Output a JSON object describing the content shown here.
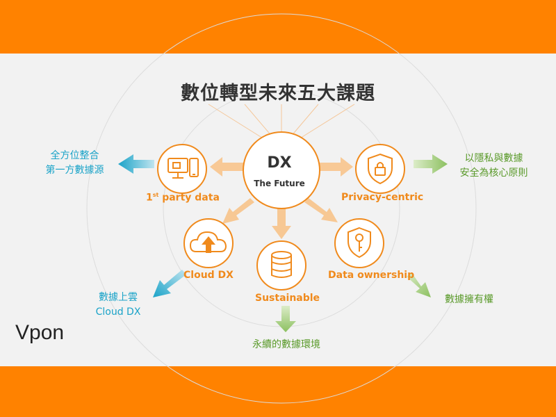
{
  "title": "數位轉型未來五大課題",
  "center": {
    "main": "DX",
    "sub": "The Future"
  },
  "nodes": {
    "first_party": {
      "label_prefix": "1",
      "label_sup": "st",
      "label_suffix": " party data",
      "icon": "monitor-phone-icon"
    },
    "privacy": {
      "label": "Privacy-centric",
      "icon": "shield-lock-icon"
    },
    "cloud": {
      "label": "Cloud DX",
      "icon": "cloud-upload-icon"
    },
    "sustainable": {
      "label": "Sustainable",
      "icon": "database-icon"
    },
    "ownership": {
      "label": "Data ownership",
      "icon": "key-shield-icon"
    }
  },
  "outcomes": {
    "first_party": {
      "line1": "全方位整合",
      "line2": "第一方數據源"
    },
    "privacy": {
      "line1": "以隱私與數據",
      "line2": "安全為核心原則"
    },
    "cloud": {
      "line1": "數據上雲",
      "line2": "Cloud DX"
    },
    "ownership": {
      "line1": "數據擁有權"
    },
    "sustainable": {
      "line1": "永續的數據環境"
    }
  },
  "brand": {
    "logo_text": "Vpon"
  },
  "colors": {
    "band": "#ff8200",
    "node": "#f08a1c",
    "blue": "#1aa3c8",
    "green": "#5a9a2a"
  }
}
